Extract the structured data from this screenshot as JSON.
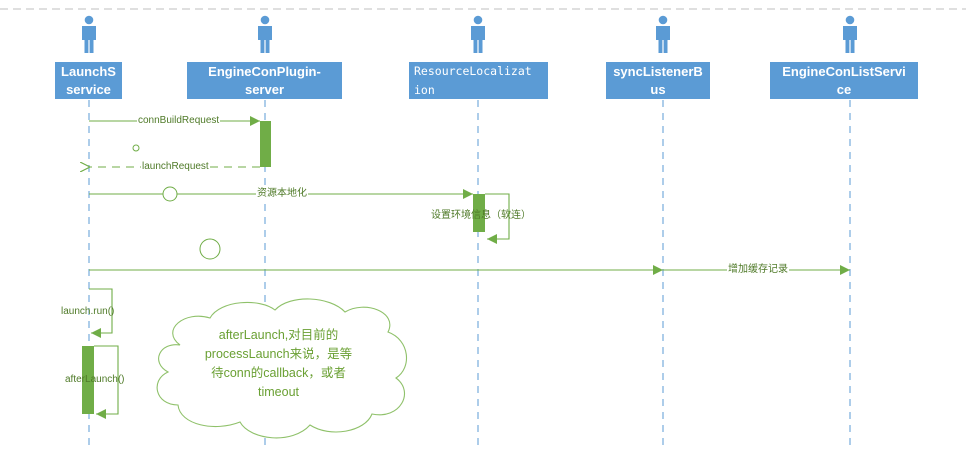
{
  "diagram": {
    "type": "sequence-diagram",
    "colors": {
      "actor": "#5b9bd5",
      "lifeline": "#5b9bd5",
      "message": "#70ad47",
      "label": "#4f7a28",
      "frame": "#bfbfbf"
    },
    "actors": [
      {
        "id": "launch",
        "label": "LaunchS service",
        "lines": [
          "LaunchS",
          "service"
        ]
      },
      {
        "id": "plugin",
        "label": "EngineConPlugin-server",
        "lines": [
          "EngineConPlugin-",
          "server"
        ]
      },
      {
        "id": "resource",
        "label": "ResourceLocalization",
        "lines": [
          "ResourceLocalizat",
          "ion"
        ]
      },
      {
        "id": "bus",
        "label": "syncListenerBus",
        "lines": [
          "syncListenerB",
          "us"
        ]
      },
      {
        "id": "list",
        "label": "EngineConListService",
        "lines": [
          "EngineConListServi",
          "ce"
        ]
      }
    ],
    "messages": [
      {
        "from": "launch",
        "to": "plugin",
        "label": "connBuildRequest",
        "style": "solid"
      },
      {
        "from": "plugin",
        "to": "launch",
        "label": "launchRequest",
        "style": "dashed-return"
      },
      {
        "from": "launch",
        "to": "resource",
        "label": "资源本地化",
        "style": "solid"
      },
      {
        "from": "resource",
        "to": "resource",
        "label": "设置环境信息（软连）",
        "style": "self"
      },
      {
        "from": "launch",
        "to": "bus",
        "label": "",
        "style": "solid"
      },
      {
        "from": "bus",
        "to": "list",
        "label": "增加缓存记录",
        "style": "solid"
      },
      {
        "from": "launch",
        "to": "launch",
        "label": "launch.run()",
        "style": "self"
      },
      {
        "from": "launch",
        "to": "launch",
        "label": "afterLaunch()",
        "style": "self"
      }
    ],
    "note": {
      "shape": "cloud",
      "lines": [
        "afterLaunch,对目前的",
        "processLaunch来说，是等",
        "待conn的callback，或者",
        "timeout"
      ]
    }
  }
}
